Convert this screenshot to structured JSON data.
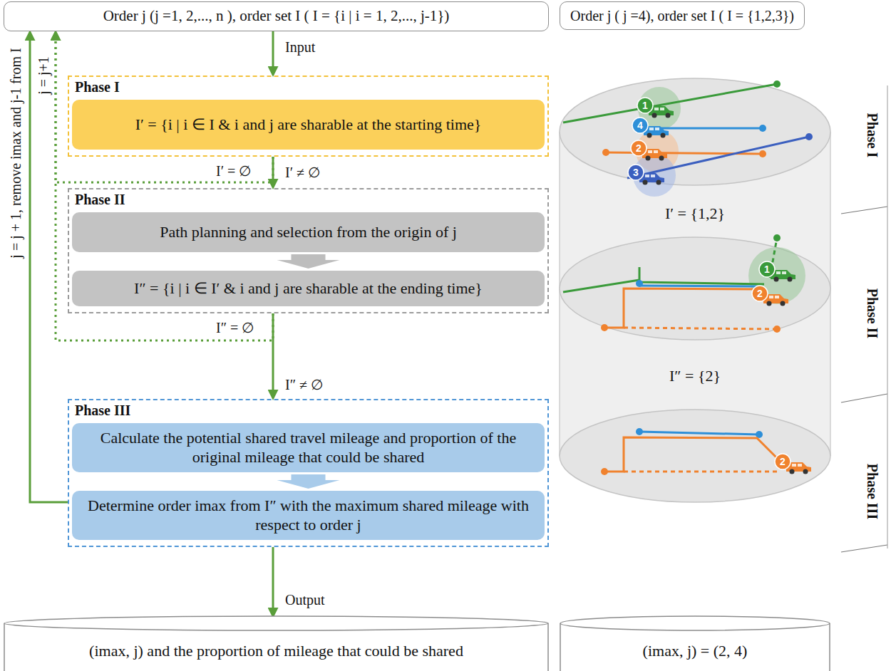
{
  "diagram": {
    "nodes": [
      {
        "text": [
          "Order j (j =1, 2,..., n ), order set I ( I = {i | i = 1, 2,..., j-1})"
        ]
      },
      {
        "text": [
          "Order j ( j =4), order set I ( I = {1,2,3})"
        ]
      },
      {
        "text": [
          "Phase I"
        ]
      },
      {
        "text": [
          "I′ = {i | i ∈ I & i and j are sharable at the starting time}"
        ],
        "in": 2
      },
      {
        "text": [
          "Phase II"
        ]
      },
      {
        "text": [
          "Path planning and selection from the origin of j"
        ],
        "in": 4
      },
      {
        "text": [
          "I″ = {i | i ∈ I′ & i and j are sharable at the ending time}"
        ],
        "in": 4
      },
      {
        "text": [
          "Phase III"
        ]
      },
      {
        "text": [
          "Calculate the potential shared travel mileage and proportion of the original mileage that could be shared"
        ],
        "in": 7
      },
      {
        "text": [
          "Determine order imax from I″ with the maximum shared mileage with respect to order j"
        ],
        "in": 7
      },
      {
        "text": [
          "(imax, j) and the proportion of mileage that could be shared"
        ]
      },
      {
        "text": [
          "(imax, j) = (2, 4)"
        ]
      }
    ],
    "edges": [
      {
        "from": 0,
        "to": 2,
        "arrow": "to",
        "label": "Input"
      },
      {
        "from": 2,
        "to": 4,
        "arrow": "to",
        "label": "I′ ≠ ∅"
      },
      {
        "from": 2,
        "to": 0,
        "arrow": "to",
        "label": "j = j+1"
      },
      {
        "from": 4,
        "to": 0,
        "arrow": "to"
      },
      {
        "from": 4,
        "to": 7,
        "arrow": "to",
        "label": "I″ ≠ ∅"
      },
      {
        "from": 7,
        "to": 0,
        "arrow": "to",
        "label": "j = j + 1, remove imax and j-1 from I"
      },
      {
        "from": 7,
        "to": 10,
        "arrow": "to",
        "label": "Output"
      },
      {
        "from": 5,
        "to": 6,
        "arrow": "to"
      },
      {
        "from": 8,
        "to": 9,
        "arrow": "to"
      }
    ],
    "labels": [
      "I′ = ∅",
      "I″ = ∅",
      "1",
      "4",
      "2",
      "3",
      "I′ = {1,2}",
      "1",
      "2",
      "I″ = {2}",
      "2",
      "Phase I",
      "Phase II",
      "Phase III"
    ]
  }
}
